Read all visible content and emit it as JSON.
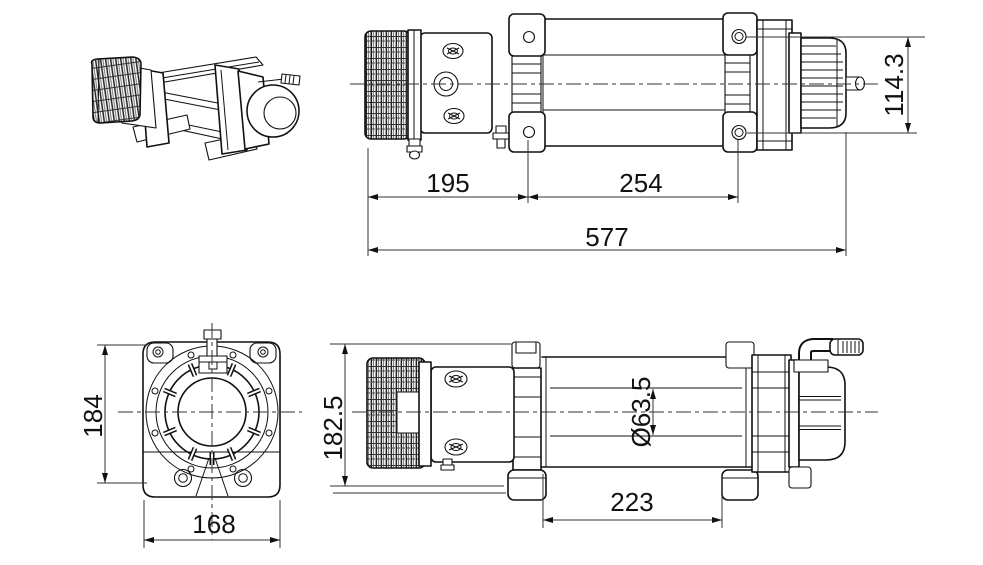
{
  "page": {
    "background": "#ffffff",
    "line_color": "#111111",
    "dimension_color": "#333333"
  },
  "views": {
    "side_top": {
      "dims": {
        "motor_section": "195",
        "drum_section": "254",
        "overall_length": "577",
        "gearbox_height": "114.3"
      }
    },
    "front": {
      "dims": {
        "body_height": "184",
        "body_width": "168"
      }
    },
    "side_bottom": {
      "dims": {
        "overall_height": "182.5",
        "drum_diameter": "Ø63.5",
        "drum_length": "223"
      }
    }
  }
}
